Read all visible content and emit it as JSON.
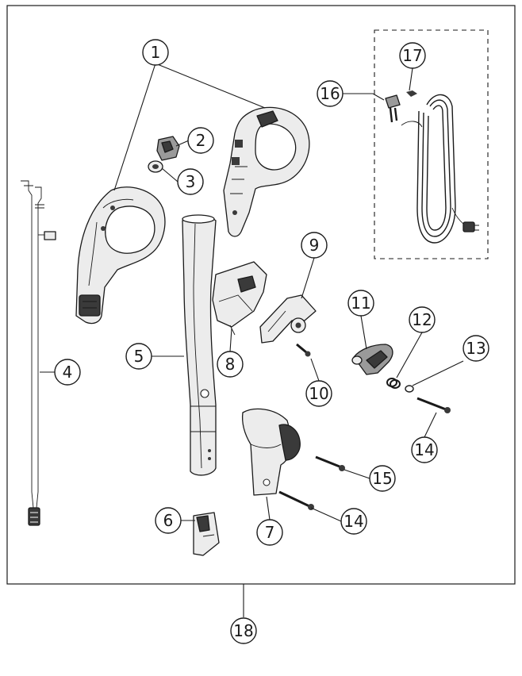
{
  "diagram": {
    "callouts": [
      {
        "id": "1",
        "label": "1"
      },
      {
        "id": "2",
        "label": "2"
      },
      {
        "id": "3",
        "label": "3"
      },
      {
        "id": "4",
        "label": "4"
      },
      {
        "id": "5",
        "label": "5"
      },
      {
        "id": "6",
        "label": "6"
      },
      {
        "id": "7",
        "label": "7"
      },
      {
        "id": "8",
        "label": "8"
      },
      {
        "id": "9",
        "label": "9"
      },
      {
        "id": "10",
        "label": "10"
      },
      {
        "id": "11",
        "label": "11"
      },
      {
        "id": "12",
        "label": "12"
      },
      {
        "id": "13",
        "label": "13"
      },
      {
        "id": "14a",
        "label": "14"
      },
      {
        "id": "14b",
        "label": "14"
      },
      {
        "id": "15",
        "label": "15"
      },
      {
        "id": "16",
        "label": "16"
      },
      {
        "id": "17",
        "label": "17"
      },
      {
        "id": "18",
        "label": "18"
      }
    ],
    "colors": {
      "line": "#1a1a1a",
      "part_fill": "#ececec",
      "part_dark": "#3a3a3a",
      "part_mid": "#9a9a9a"
    }
  }
}
